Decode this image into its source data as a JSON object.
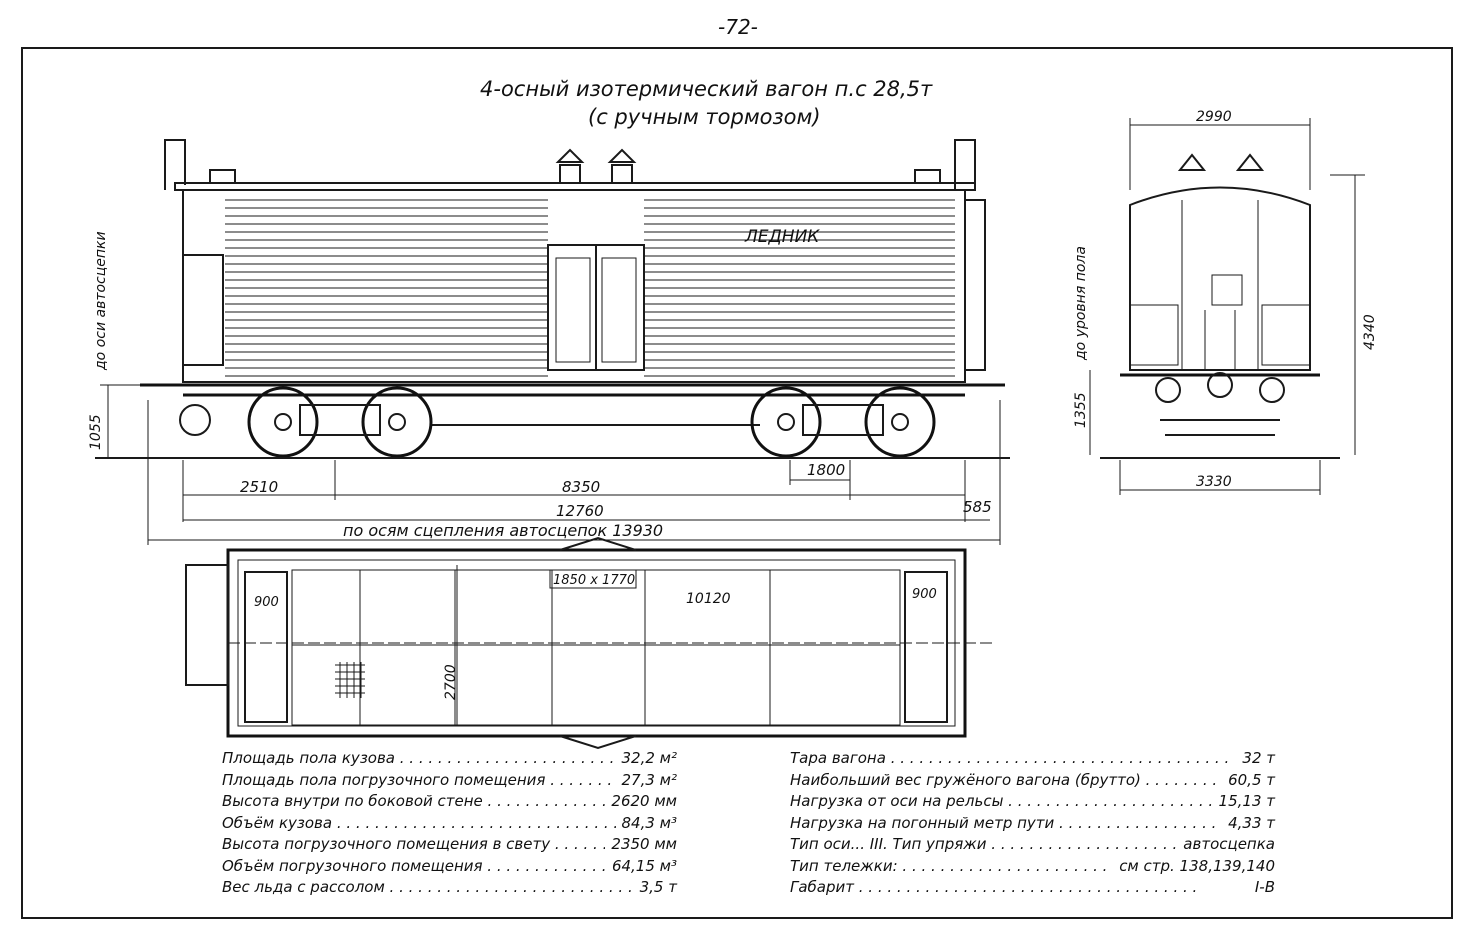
{
  "page_number": "-72-",
  "title_line1": "4-осный изотермический вагон п.с 28,5т",
  "title_line2": "(с ручным тормозом)",
  "side_view": {
    "body_label": "ЛЕДНИК",
    "dim_coupler_height": "1055",
    "dim_coupler_label": "до оси автосцепки",
    "dim_bogie_offset": "2510",
    "dim_bogie_centers": "8350",
    "dim_wheelbase": "1800",
    "dim_frame_length": "12760",
    "dim_overhang": "585",
    "dim_total_label": "по осям сцепления автосцепок 13930"
  },
  "end_view": {
    "dim_width_top": "2990",
    "dim_height": "4340",
    "dim_floor_height": "1355",
    "dim_floor_label": "до уровня пола",
    "dim_width_bottom": "3330"
  },
  "plan_view": {
    "dim_bunker_left": "900",
    "dim_bunker_right": "900",
    "dim_door": "1850 x 1770",
    "dim_inner_length": "10120",
    "dim_inner_width": "2700"
  },
  "specs_left": [
    {
      "label": "Площадь пола кузова",
      "value": "32,2 м²"
    },
    {
      "label": "Площадь пола погрузочного помещения",
      "value": "27,3 м²"
    },
    {
      "label": "Высота внутри по боковой стене",
      "value": "2620 мм"
    },
    {
      "label": "Объём кузова",
      "value": "84,3 м³"
    },
    {
      "label": "Высота погрузочного помещения в свету",
      "value": "2350 мм"
    },
    {
      "label": "Объём погрузочного помещения",
      "value": "64,15 м³"
    },
    {
      "label": "Вес льда с рассолом",
      "value": "3,5 т"
    }
  ],
  "specs_right": [
    {
      "label": "Тара вагона",
      "value": "32 т"
    },
    {
      "label": "Наибольший вес гружёного вагона (брутто)",
      "value": "60,5 т"
    },
    {
      "label": "Нагрузка от оси на рельсы",
      "value": "15,13 т"
    },
    {
      "label": "Нагрузка на погонный метр пути",
      "value": "4,33 т"
    },
    {
      "label": "Тип оси... III. Тип упряжи",
      "value": "автосцепка"
    },
    {
      "label": "Тип тележки:",
      "value": "см стр. 138,139,140"
    },
    {
      "label": "Габарит",
      "value": "I-В"
    }
  ]
}
